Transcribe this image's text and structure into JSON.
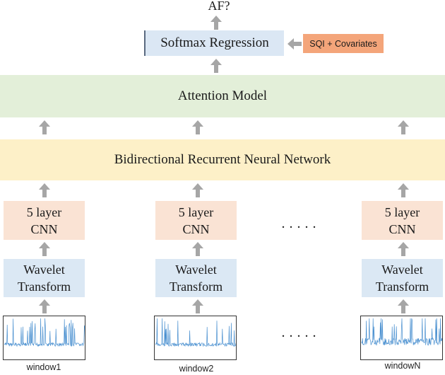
{
  "output_label": "AF?",
  "softmax_label": "Softmax Regression",
  "sqi_label": "SQI + Covariates",
  "attention_label": "Attention Model",
  "rnn_label": "Bidirectional Recurrent Neural Network",
  "cnn": {
    "line1": "5 layer",
    "line2": "CNN"
  },
  "wavelet": {
    "line1": "Wavelet",
    "line2": "Transform"
  },
  "ellipsis": ".....",
  "windows": [
    "window1",
    "window2",
    "windowN"
  ],
  "colors": {
    "attention_band": "#e3efd9",
    "rnn_band": "#fdf0c8",
    "cnn_box": "#fae3d4",
    "wavelet_box": "#dbe8f4",
    "softmax_box": "#dbe7f4",
    "sqi_box": "#f4a57a",
    "arrow": "#a6a6a6",
    "signal": "#4a90d0"
  }
}
